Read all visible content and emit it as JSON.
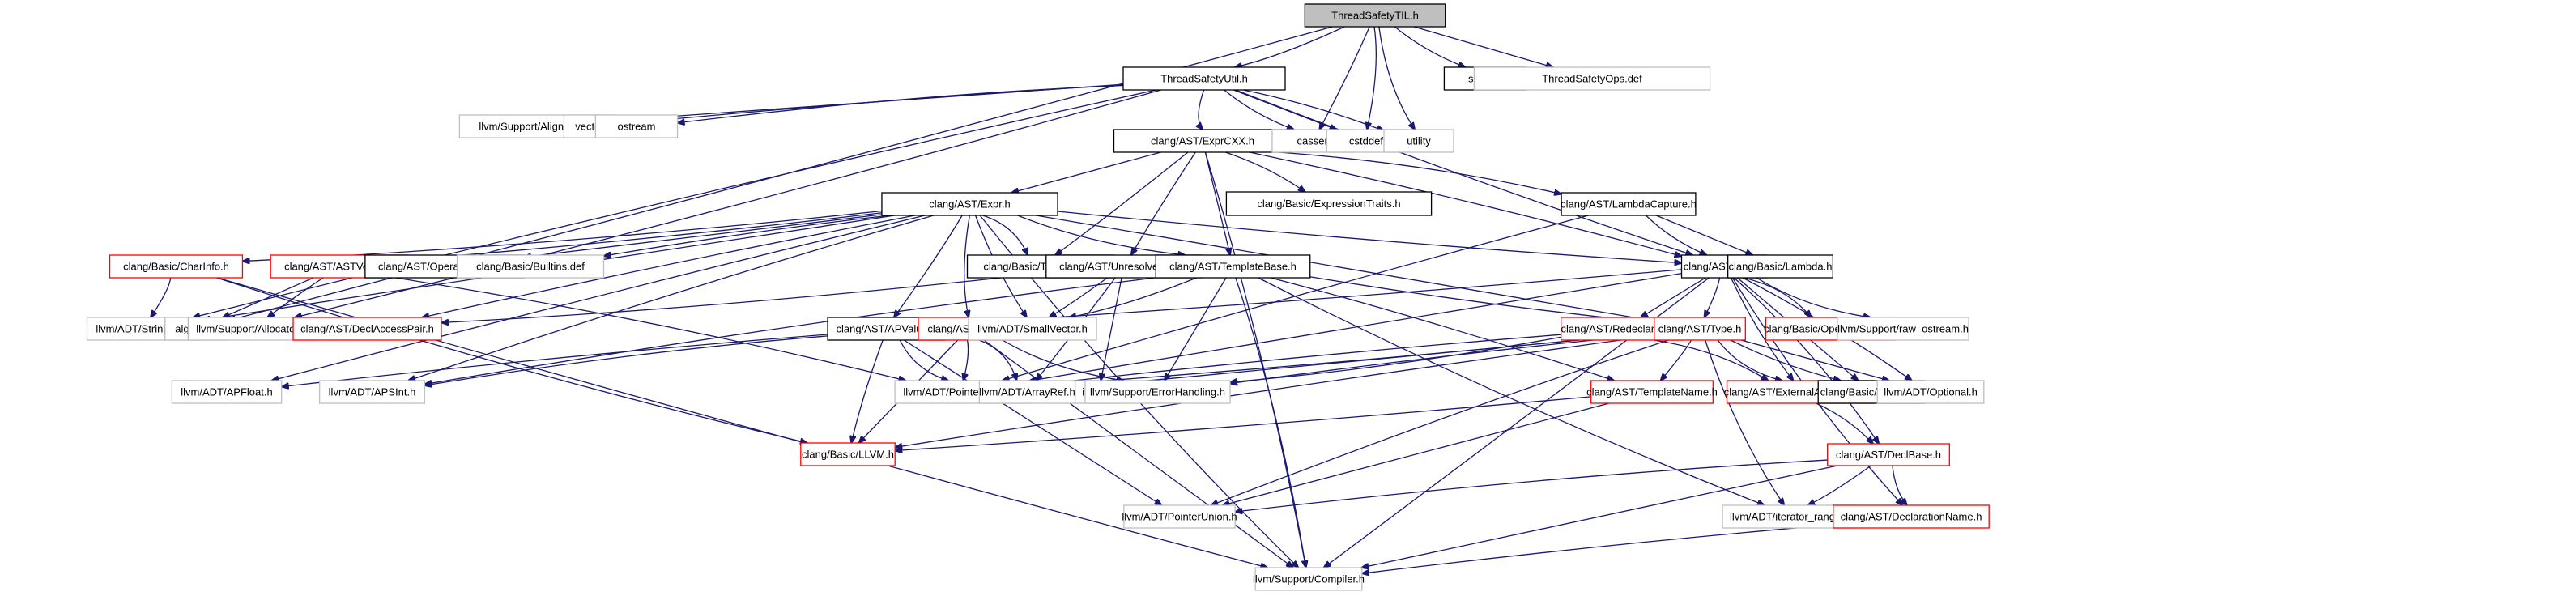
{
  "title": "ThreadSafetyTIL.h",
  "colors": {
    "edge": "#191970",
    "root_fill": "#bfbfbf",
    "documented_border": "#000000",
    "truncated_border": "#ff0000",
    "external_border": "#bfbfbf"
  },
  "legend_styles": {
    "gray": "current file",
    "black": "documented include",
    "red": "include with truncated dependencies",
    "light": "system / undocumented include"
  },
  "nodes": [
    {
      "id": "til",
      "label": "ThreadSafetyTIL.h",
      "style": "gray"
    },
    {
      "id": "util",
      "label": "ThreadSafetyUtil.h",
      "style": "black"
    },
    {
      "id": "stdint",
      "label": "stdint.h",
      "style": "black"
    },
    {
      "id": "ops",
      "label": "ThreadSafetyOps.def",
      "style": "light"
    },
    {
      "id": "alignof",
      "label": "llvm/Support/AlignOf.h",
      "style": "light"
    },
    {
      "id": "vector",
      "label": "vector",
      "style": "light"
    },
    {
      "id": "ostream",
      "label": "ostream",
      "style": "light"
    },
    {
      "id": "exprcxx",
      "label": "clang/AST/ExprCXX.h",
      "style": "black"
    },
    {
      "id": "cassert",
      "label": "cassert",
      "style": "light"
    },
    {
      "id": "cstddef",
      "label": "cstddef",
      "style": "light"
    },
    {
      "id": "utility",
      "label": "utility",
      "style": "light"
    },
    {
      "id": "expr",
      "label": "clang/AST/Expr.h",
      "style": "black"
    },
    {
      "id": "exprtraits",
      "label": "clang/Basic/ExpressionTraits.h",
      "style": "black"
    },
    {
      "id": "lambdacap",
      "label": "clang/AST/LambdaCapture.h",
      "style": "black"
    },
    {
      "id": "charinfo",
      "label": "clang/Basic/CharInfo.h",
      "style": "red"
    },
    {
      "id": "astvector",
      "label": "clang/AST/ASTVector.h",
      "style": "red"
    },
    {
      "id": "opkinds",
      "label": "clang/AST/OperationKinds.h",
      "style": "black"
    },
    {
      "id": "builtins",
      "label": "clang/Basic/Builtins.def",
      "style": "light"
    },
    {
      "id": "typetraits",
      "label": "clang/Basic/TypeTraits.h",
      "style": "black"
    },
    {
      "id": "unresolved",
      "label": "clang/AST/UnresolvedSet.h",
      "style": "black"
    },
    {
      "id": "templatebase",
      "label": "clang/AST/TemplateBase.h",
      "style": "black"
    },
    {
      "id": "decl",
      "label": "clang/AST/Decl.h",
      "style": "black"
    },
    {
      "id": "lambda",
      "label": "clang/Basic/Lambda.h",
      "style": "black"
    },
    {
      "id": "stringref",
      "label": "llvm/ADT/StringRef.h",
      "style": "light"
    },
    {
      "id": "algorithm",
      "label": "algorithm",
      "style": "light"
    },
    {
      "id": "allocator",
      "label": "llvm/Support/Allocator.h",
      "style": "light"
    },
    {
      "id": "declaccess",
      "label": "clang/AST/DeclAccessPair.h",
      "style": "red"
    },
    {
      "id": "apvalue",
      "label": "clang/AST/APValue.h",
      "style": "black"
    },
    {
      "id": "stmt",
      "label": "clang/AST/Stmt.h",
      "style": "red"
    },
    {
      "id": "smallvector",
      "label": "llvm/ADT/SmallVector.h",
      "style": "light"
    },
    {
      "id": "redecl",
      "label": "clang/AST/Redeclarable.h",
      "style": "red"
    },
    {
      "id": "type",
      "label": "clang/AST/Type.h",
      "style": "red"
    },
    {
      "id": "opkindsb",
      "label": "clang/Basic/OperatorKinds.h",
      "style": "red"
    },
    {
      "id": "rawostream",
      "label": "llvm/Support/raw_ostream.h",
      "style": "light"
    },
    {
      "id": "apfloat",
      "label": "llvm/ADT/APFloat.h",
      "style": "light"
    },
    {
      "id": "apsint",
      "label": "llvm/ADT/APSInt.h",
      "style": "light"
    },
    {
      "id": "ptrintpair",
      "label": "llvm/ADT/PointerIntPair.h",
      "style": "light"
    },
    {
      "id": "arrayref",
      "label": "llvm/ADT/ArrayRef.h",
      "style": "light"
    },
    {
      "id": "iterator",
      "label": "iterator",
      "style": "light"
    },
    {
      "id": "errhandling",
      "label": "llvm/Support/ErrorHandling.h",
      "style": "light"
    },
    {
      "id": "templatename",
      "label": "clang/AST/TemplateName.h",
      "style": "red"
    },
    {
      "id": "extastsource",
      "label": "clang/AST/ExternalASTSource.h",
      "style": "red"
    },
    {
      "id": "linkage",
      "label": "clang/Basic/Linkage.h",
      "style": "black"
    },
    {
      "id": "optional",
      "label": "llvm/ADT/Optional.h",
      "style": "light"
    },
    {
      "id": "llvmh",
      "label": "clang/Basic/LLVM.h",
      "style": "red"
    },
    {
      "id": "declbase",
      "label": "clang/AST/DeclBase.h",
      "style": "red"
    },
    {
      "id": "ptrunion",
      "label": "llvm/ADT/PointerUnion.h",
      "style": "light"
    },
    {
      "id": "iterrange",
      "label": "llvm/ADT/iterator_range.h",
      "style": "light"
    },
    {
      "id": "declname",
      "label": "clang/AST/DeclarationName.h",
      "style": "red"
    },
    {
      "id": "compiler",
      "label": "llvm/Support/Compiler.h",
      "style": "light"
    }
  ],
  "edges": [
    [
      "til",
      "util"
    ],
    [
      "til",
      "stdint"
    ],
    [
      "til",
      "ops"
    ],
    [
      "til",
      "cassert"
    ],
    [
      "til",
      "cstddef"
    ],
    [
      "til",
      "utility"
    ],
    [
      "til",
      "algorithm"
    ],
    [
      "util",
      "alignof"
    ],
    [
      "util",
      "vector"
    ],
    [
      "util",
      "ostream"
    ],
    [
      "util",
      "exprcxx"
    ],
    [
      "util",
      "cassert"
    ],
    [
      "util",
      "cstddef"
    ],
    [
      "util",
      "utility"
    ],
    [
      "util",
      "stringref"
    ],
    [
      "util",
      "allocator"
    ],
    [
      "util",
      "decl"
    ],
    [
      "exprcxx",
      "expr"
    ],
    [
      "exprcxx",
      "exprtraits"
    ],
    [
      "exprcxx",
      "lambdacap"
    ],
    [
      "exprcxx",
      "typetraits"
    ],
    [
      "exprcxx",
      "unresolved"
    ],
    [
      "exprcxx",
      "templatebase"
    ],
    [
      "exprcxx",
      "decl"
    ],
    [
      "exprcxx",
      "compiler"
    ],
    [
      "expr",
      "charinfo"
    ],
    [
      "expr",
      "astvector"
    ],
    [
      "expr",
      "opkinds"
    ],
    [
      "expr",
      "builtins"
    ],
    [
      "expr",
      "typetraits"
    ],
    [
      "expr",
      "templatebase"
    ],
    [
      "expr",
      "decl"
    ],
    [
      "expr",
      "stringref"
    ],
    [
      "expr",
      "declaccess"
    ],
    [
      "expr",
      "apvalue"
    ],
    [
      "expr",
      "stmt"
    ],
    [
      "expr",
      "smallvector"
    ],
    [
      "expr",
      "type"
    ],
    [
      "expr",
      "apfloat"
    ],
    [
      "expr",
      "apsint"
    ],
    [
      "expr",
      "compiler"
    ],
    [
      "lambdacap",
      "decl"
    ],
    [
      "lambdacap",
      "lambda"
    ],
    [
      "lambdacap",
      "ptrintpair"
    ],
    [
      "charinfo",
      "stringref"
    ],
    [
      "charinfo",
      "llvmh"
    ],
    [
      "charinfo",
      "compiler"
    ],
    [
      "astvector",
      "algorithm"
    ],
    [
      "astvector",
      "allocator"
    ],
    [
      "astvector",
      "ptrintpair"
    ],
    [
      "unresolved",
      "declaccess"
    ],
    [
      "unresolved",
      "smallvector"
    ],
    [
      "unresolved",
      "iterator"
    ],
    [
      "unresolved",
      "arrayref"
    ],
    [
      "templatebase",
      "apsint"
    ],
    [
      "templatebase",
      "smallvector"
    ],
    [
      "templatebase",
      "type"
    ],
    [
      "templatebase",
      "errhandling"
    ],
    [
      "templatebase",
      "templatename"
    ],
    [
      "templatebase",
      "compiler"
    ],
    [
      "templatebase",
      "iterrange"
    ],
    [
      "decl",
      "apvalue"
    ],
    [
      "decl",
      "redecl"
    ],
    [
      "decl",
      "type"
    ],
    [
      "decl",
      "opkindsb"
    ],
    [
      "decl",
      "rawostream"
    ],
    [
      "decl",
      "extastsource"
    ],
    [
      "decl",
      "linkage"
    ],
    [
      "decl",
      "optional"
    ],
    [
      "decl",
      "declbase"
    ],
    [
      "decl",
      "declname"
    ],
    [
      "decl",
      "compiler"
    ],
    [
      "decl",
      "ptrintpair"
    ],
    [
      "apvalue",
      "apfloat"
    ],
    [
      "apvalue",
      "apsint"
    ],
    [
      "apvalue",
      "ptrintpair"
    ],
    [
      "apvalue",
      "llvmh"
    ],
    [
      "apvalue",
      "ptrunion"
    ],
    [
      "stmt",
      "ptrintpair"
    ],
    [
      "stmt",
      "arrayref"
    ],
    [
      "stmt",
      "errhandling"
    ],
    [
      "stmt",
      "llvmh"
    ],
    [
      "stmt",
      "compiler"
    ],
    [
      "redecl",
      "ptrintpair"
    ],
    [
      "redecl",
      "extastsource"
    ],
    [
      "redecl",
      "errhandling"
    ],
    [
      "type",
      "ptrintpair"
    ],
    [
      "type",
      "arrayref"
    ],
    [
      "type",
      "errhandling"
    ],
    [
      "type",
      "templatename"
    ],
    [
      "type",
      "extastsource"
    ],
    [
      "type",
      "linkage"
    ],
    [
      "type",
      "optional"
    ],
    [
      "type",
      "llvmh"
    ],
    [
      "type",
      "ptrunion"
    ],
    [
      "type",
      "iterrange"
    ],
    [
      "templatename",
      "llvmh"
    ],
    [
      "templatename",
      "ptrunion"
    ],
    [
      "extastsource",
      "declbase"
    ],
    [
      "declbase",
      "ptrunion"
    ],
    [
      "declbase",
      "iterrange"
    ],
    [
      "declbase",
      "declname"
    ],
    [
      "declbase",
      "compiler"
    ],
    [
      "declname",
      "compiler"
    ]
  ]
}
